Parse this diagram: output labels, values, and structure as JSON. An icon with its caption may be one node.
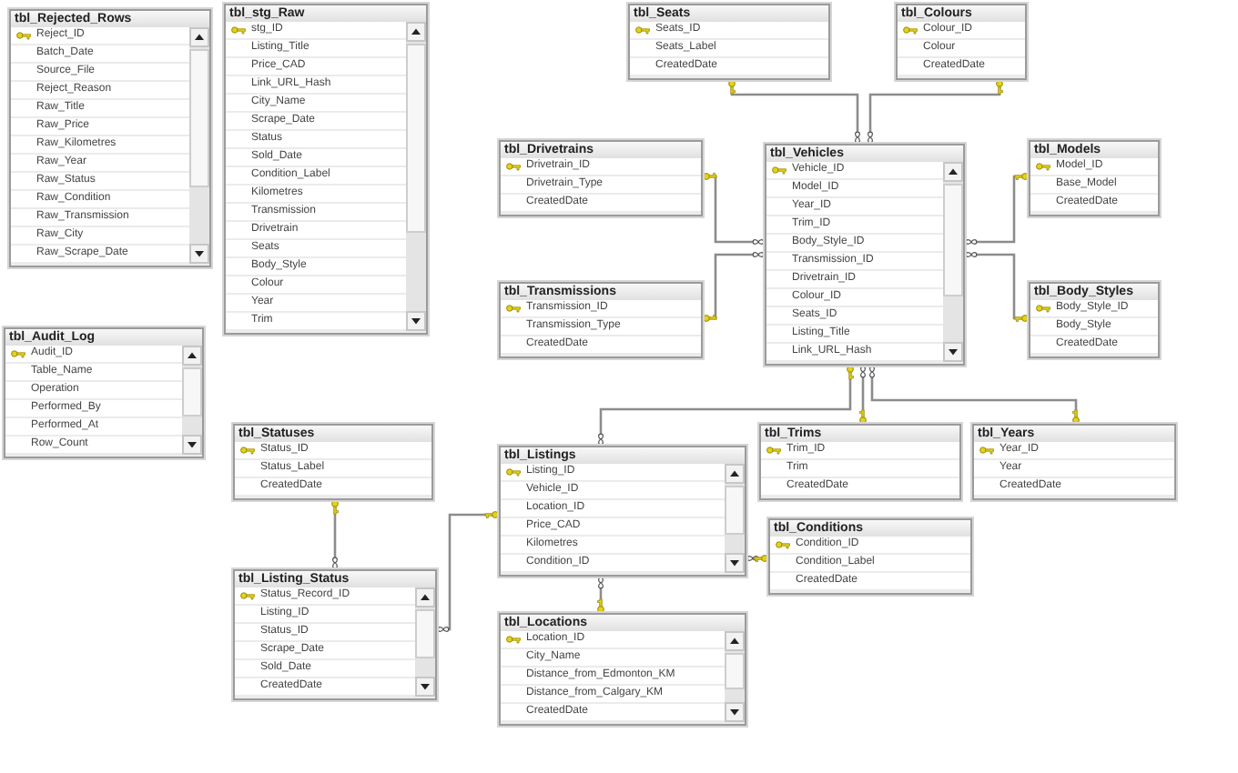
{
  "diagram": {
    "nodes": [
      {
        "text": [
          "tbl_Rejected_Rows",
          "Reject_ID",
          "Batch_Date",
          "Source_File",
          "Reject_Reason",
          "Raw_Title",
          "Raw_Price",
          "Raw_Kilometres",
          "Raw_Year",
          "Raw_Status",
          "Raw_Condition",
          "Raw_Transmission",
          "Raw_City",
          "Raw_Scrape_Date"
        ]
      },
      {
        "text": [
          "tbl_stg_Raw",
          "stg_ID",
          "Listing_Title",
          "Price_CAD",
          "Link_URL_Hash",
          "City_Name",
          "Scrape_Date",
          "Status",
          "Sold_Date",
          "Condition_Label",
          "Kilometres",
          "Transmission",
          "Drivetrain",
          "Seats",
          "Body_Style",
          "Colour",
          "Year",
          "Trim"
        ]
      },
      {
        "text": [
          "tbl_Audit_Log",
          "Audit_ID",
          "Table_Name",
          "Operation",
          "Performed_By",
          "Performed_At",
          "Row_Count"
        ]
      },
      {
        "text": [
          "tbl_Seats",
          "Seats_ID",
          "Seats_Label",
          "CreatedDate"
        ]
      },
      {
        "text": [
          "tbl_Colours",
          "Colour_ID",
          "Colour",
          "CreatedDate"
        ]
      },
      {
        "text": [
          "tbl_Drivetrains",
          "Drivetrain_ID",
          "Drivetrain_Type",
          "CreatedDate"
        ]
      },
      {
        "text": [
          "tbl_Vehicles",
          "Vehicle_ID",
          "Model_ID",
          "Year_ID",
          "Trim_ID",
          "Body_Style_ID",
          "Transmission_ID",
          "Drivetrain_ID",
          "Colour_ID",
          "Seats_ID",
          "Listing_Title",
          "Link_URL_Hash"
        ]
      },
      {
        "text": [
          "tbl_Models",
          "Model_ID",
          "Base_Model",
          "CreatedDate"
        ]
      },
      {
        "text": [
          "tbl_Transmissions",
          "Transmission_ID",
          "Transmission_Type",
          "CreatedDate"
        ]
      },
      {
        "text": [
          "tbl_Body_Styles",
          "Body_Style_ID",
          "Body_Style",
          "CreatedDate"
        ]
      },
      {
        "text": [
          "tbl_Statuses",
          "Status_ID",
          "Status_Label",
          "CreatedDate"
        ]
      },
      {
        "text": [
          "tbl_Listings",
          "Listing_ID",
          "Vehicle_ID",
          "Location_ID",
          "Price_CAD",
          "Kilometres",
          "Condition_ID"
        ]
      },
      {
        "text": [
          "tbl_Listing_Status",
          "Status_Record_ID",
          "Listing_ID",
          "Status_ID",
          "Scrape_Date",
          "Sold_Date",
          "CreatedDate"
        ]
      },
      {
        "text": [
          "tbl_Trims",
          "Trim_ID",
          "Trim",
          "CreatedDate"
        ]
      },
      {
        "text": [
          "tbl_Years",
          "Year_ID",
          "Year",
          "CreatedDate"
        ]
      },
      {
        "text": [
          "tbl_Conditions",
          "Condition_ID",
          "Condition_Label",
          "CreatedDate"
        ]
      },
      {
        "text": [
          "tbl_Locations",
          "Location_ID",
          "City_Name",
          "Distance_from_Edmonton_KM",
          "Distance_from_Calgary_KM",
          "CreatedDate"
        ]
      }
    ],
    "edges": [
      {
        "from": 6,
        "to": 3,
        "arrow": "other"
      },
      {
        "from": 6,
        "to": 4,
        "arrow": "other"
      },
      {
        "from": 6,
        "to": 5,
        "arrow": "other"
      },
      {
        "from": 6,
        "to": 8,
        "arrow": "other"
      },
      {
        "from": 6,
        "to": 7,
        "arrow": "other"
      },
      {
        "from": 6,
        "to": 9,
        "arrow": "other"
      },
      {
        "from": 6,
        "to": 13,
        "arrow": "other"
      },
      {
        "from": 6,
        "to": 14,
        "arrow": "other"
      },
      {
        "from": 11,
        "to": 6,
        "arrow": "other"
      },
      {
        "from": 11,
        "to": 16,
        "arrow": "other"
      },
      {
        "from": 11,
        "to": 15,
        "arrow": "other"
      },
      {
        "from": 12,
        "to": 10,
        "arrow": "other"
      },
      {
        "from": 12,
        "to": 11,
        "arrow": "other"
      }
    ]
  }
}
